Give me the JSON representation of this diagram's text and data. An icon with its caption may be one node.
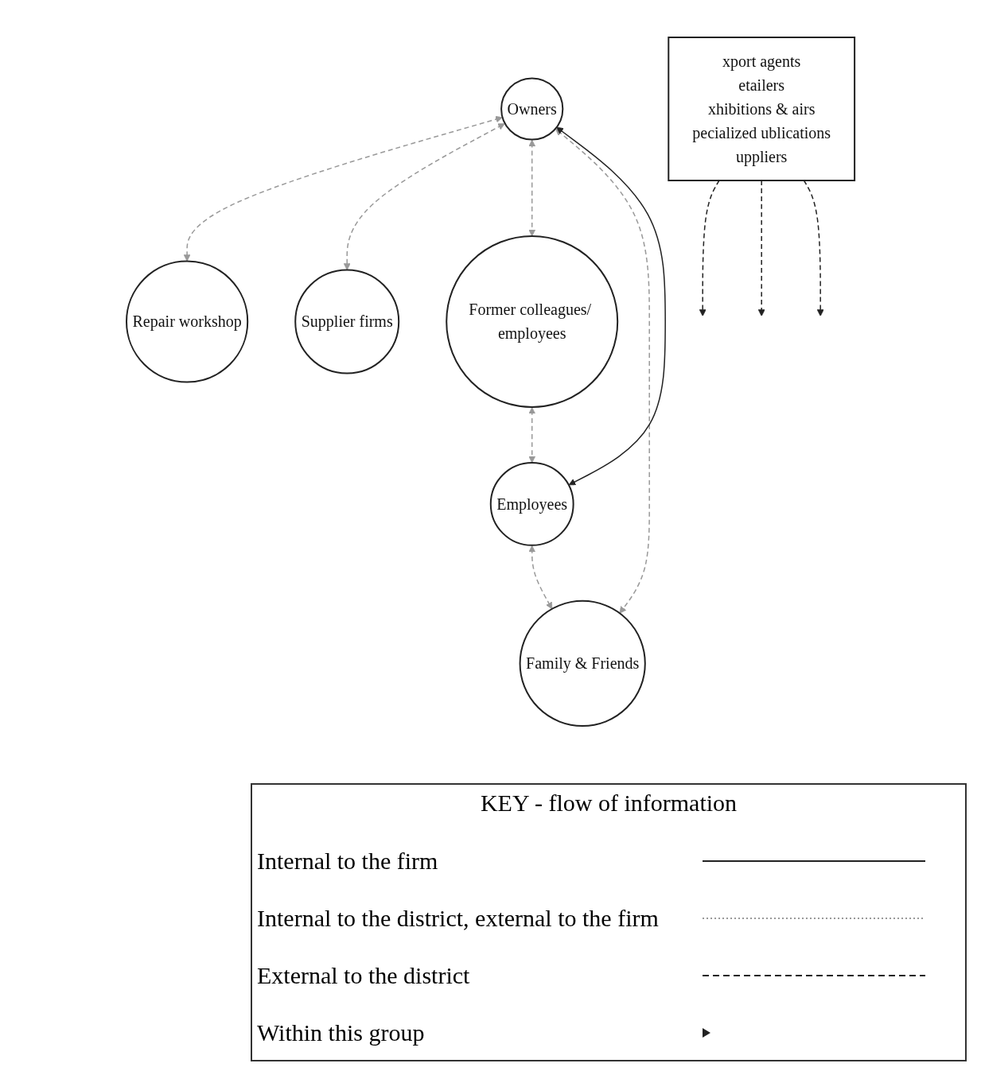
{
  "diagram": {
    "nodes": [
      {
        "text": [
          "Owners"
        ]
      },
      {
        "text": [
          "Repair workshop"
        ]
      },
      {
        "text": [
          "Supplier firms"
        ]
      },
      {
        "text": [
          "Former colleagues/ employees"
        ]
      },
      {
        "text": [
          "Employees"
        ]
      },
      {
        "text": [
          "Family & Friends"
        ]
      },
      {
        "text": [
          "xport agents",
          "etailers",
          "xhibitions & airs",
          "pecialized ublications",
          "uppliers"
        ]
      }
    ],
    "edges": [
      {
        "from": 0,
        "to": 1,
        "arrow": "both",
        "style": "dashed",
        "color": "#999999"
      },
      {
        "from": 0,
        "to": 2,
        "arrow": "both",
        "style": "dashed",
        "color": "#999999"
      },
      {
        "from": 0,
        "to": 3,
        "arrow": "both",
        "style": "dashed",
        "color": "#999999"
      },
      {
        "from": 3,
        "to": 4,
        "arrow": "both",
        "style": "dashed",
        "color": "#999999"
      },
      {
        "from": 4,
        "to": 5,
        "arrow": "both",
        "style": "dashed",
        "color": "#999999"
      },
      {
        "from": 0,
        "to": 5,
        "arrow": "both",
        "style": "dashed",
        "color": "#999999"
      },
      {
        "from": 4,
        "to": 0,
        "arrow": "both",
        "color": "#222222"
      },
      {
        "from": 6,
        "to": null,
        "arrow": "to",
        "style": "dashed",
        "color": "#222222"
      },
      {
        "from": 6,
        "to": null,
        "arrow": "to",
        "style": "dashed",
        "color": "#222222"
      },
      {
        "from": 6,
        "to": null,
        "arrow": "to",
        "style": "dashed",
        "color": "#222222"
      }
    ],
    "labels": [
      "KEY - flow of information"
    ],
    "legend": [
      {
        "text": "Internal to the firm"
      },
      {
        "text": "Internal to the district, external to the firm"
      },
      {
        "text": "External to the district"
      },
      {
        "text": "Within this group"
      }
    ]
  }
}
